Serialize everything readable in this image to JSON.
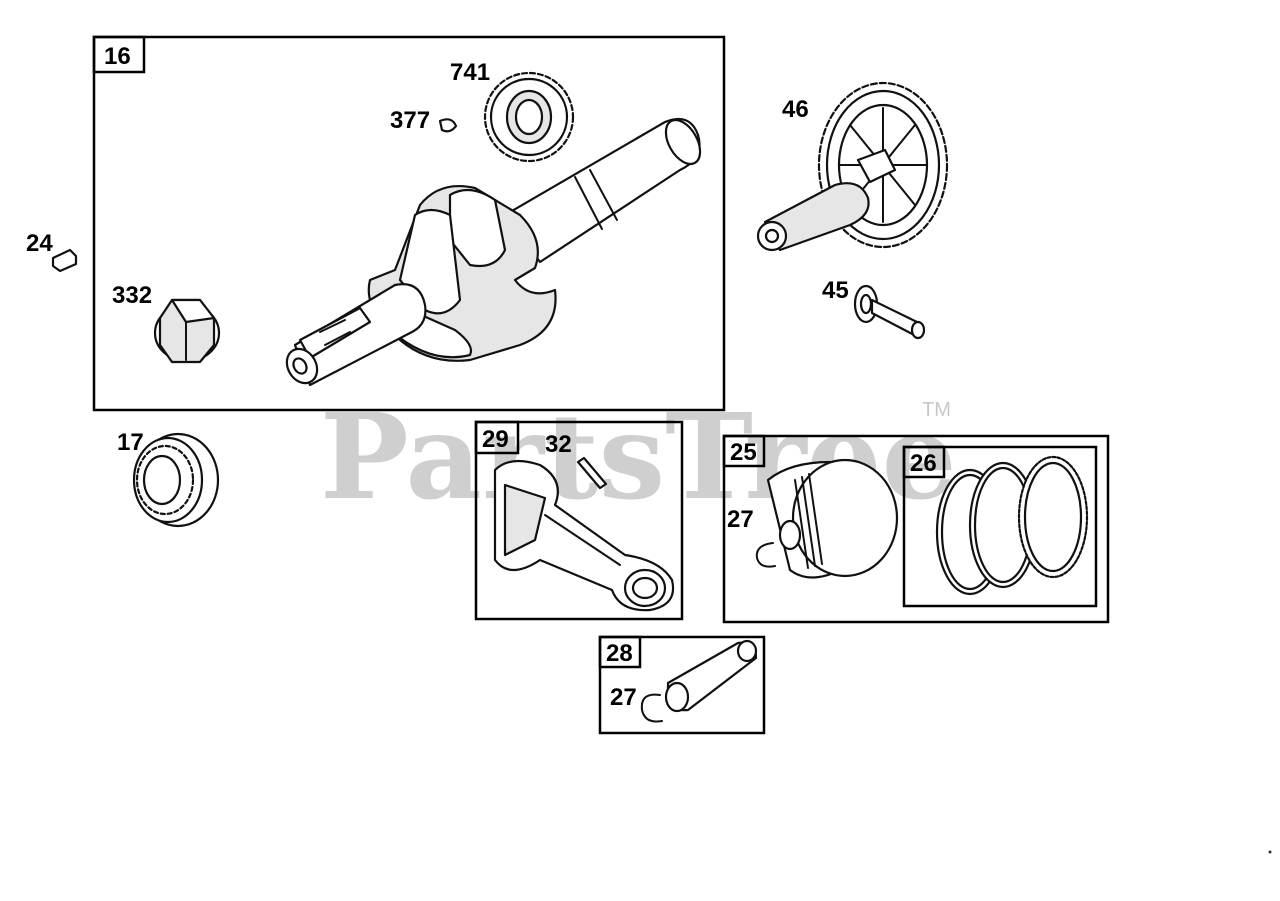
{
  "watermark": {
    "text": "PartsTree",
    "trademark": "TM"
  },
  "boxes": {
    "crankshaft_kit": "16",
    "connecting_rod_kit": "29",
    "piston_assembly": "25",
    "ring_set": "26",
    "pin_kit": "28"
  },
  "callouts": {
    "gear_741": "741",
    "key_377": "377",
    "key_24": "24",
    "nut_332": "332",
    "camshaft_46": "46",
    "shaft_45": "45",
    "bearing_17": "17",
    "screw_32": "32",
    "retainer_27_piston": "27",
    "retainer_27_pin": "27"
  },
  "colors": {
    "line": "#111111",
    "watermark": "#cfcfcf",
    "background": "#ffffff"
  }
}
